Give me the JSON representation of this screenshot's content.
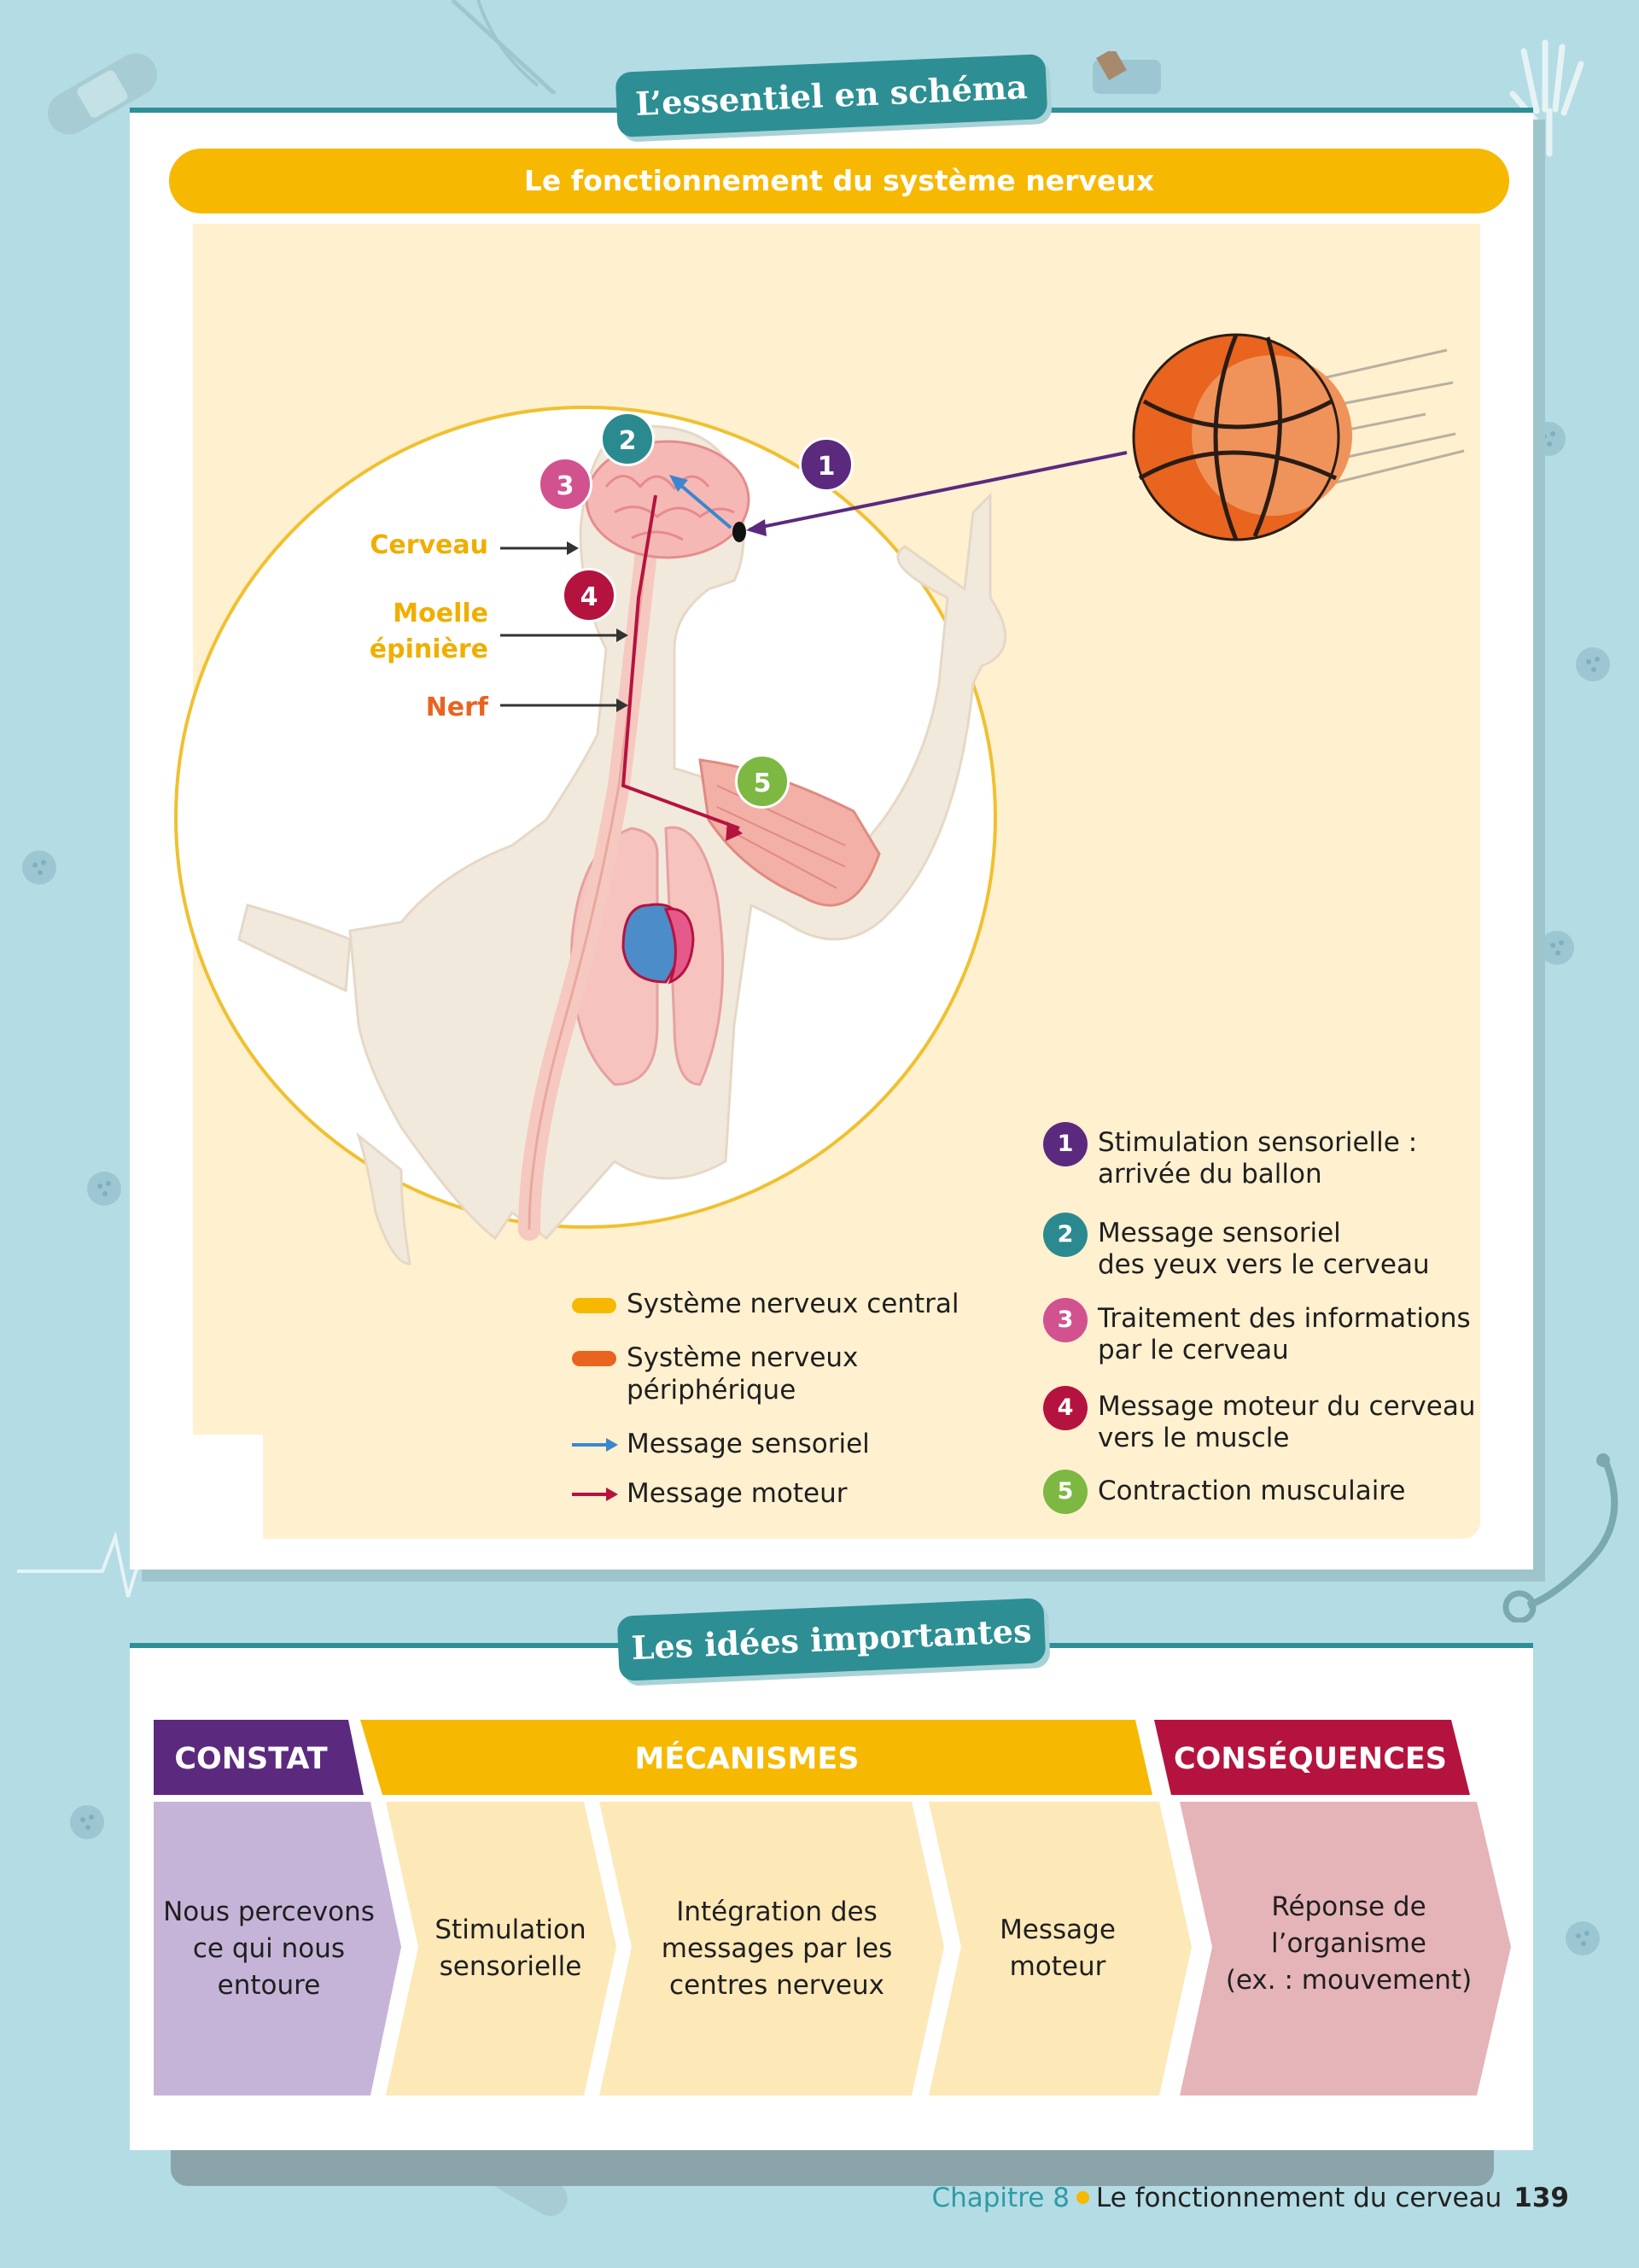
{
  "essentiel": {
    "tab_label": "L’essentiel en schéma",
    "banner_title": "Le fonctionnement du système nerveux"
  },
  "figure": {
    "labels": {
      "cerveau": "Cerveau",
      "moelle_line1": "Moelle",
      "moelle_line2": "épinière",
      "nerf": "Nerf"
    },
    "circles": [
      "1",
      "2",
      "3",
      "4",
      "5"
    ]
  },
  "legend": [
    {
      "label_line1": "Système nerveux central",
      "label_line2": ""
    },
    {
      "label_line1": "Système nerveux",
      "label_line2": "périphérique"
    },
    {
      "label_line1": "Message sensoriel",
      "label_line2": ""
    },
    {
      "label_line1": "Message moteur",
      "label_line2": ""
    }
  ],
  "steps": [
    {
      "num": "1",
      "line1": "Stimulation sensorielle :",
      "line2": "arrivée du ballon"
    },
    {
      "num": "2",
      "line1": "Message sensoriel",
      "line2": "des yeux vers le cerveau"
    },
    {
      "num": "3",
      "line1": "Traitement des informations",
      "line2": "par le cerveau"
    },
    {
      "num": "4",
      "line1": "Message moteur du cerveau",
      "line2": "vers le muscle"
    },
    {
      "num": "5",
      "line1": "Contraction musculaire",
      "line2": ""
    }
  ],
  "colors": {
    "step1": "#5b2a7e",
    "step2": "#2b8a90",
    "step3": "#d1528f",
    "step4": "#b5133f",
    "step5": "#7cb842",
    "central": "#f6b800",
    "peripheral": "#e8641f",
    "sensory": "#3b86cf",
    "motor": "#b5133f"
  },
  "ideas": {
    "tab_label": "Les idées importantes",
    "headers": {
      "constat": "CONSTAT",
      "mecanismes": "MÉCANISMES",
      "consequences": "CONSÉQUENCES"
    },
    "boxes": [
      {
        "lines": [
          "Nous percevons",
          "ce qui nous",
          "entoure"
        ]
      },
      {
        "lines": [
          "Stimulation",
          "sensorielle"
        ]
      },
      {
        "lines": [
          "Intégration des",
          "messages par les",
          "centres nerveux"
        ]
      },
      {
        "lines": [
          "Message",
          "moteur"
        ]
      },
      {
        "lines": [
          "Réponse de",
          "l’organisme",
          "(ex. : mouvement)"
        ]
      }
    ]
  },
  "footer": {
    "chapter": "Chapitre 8",
    "title": "Le fonctionnement du cerveau",
    "page": "139"
  }
}
